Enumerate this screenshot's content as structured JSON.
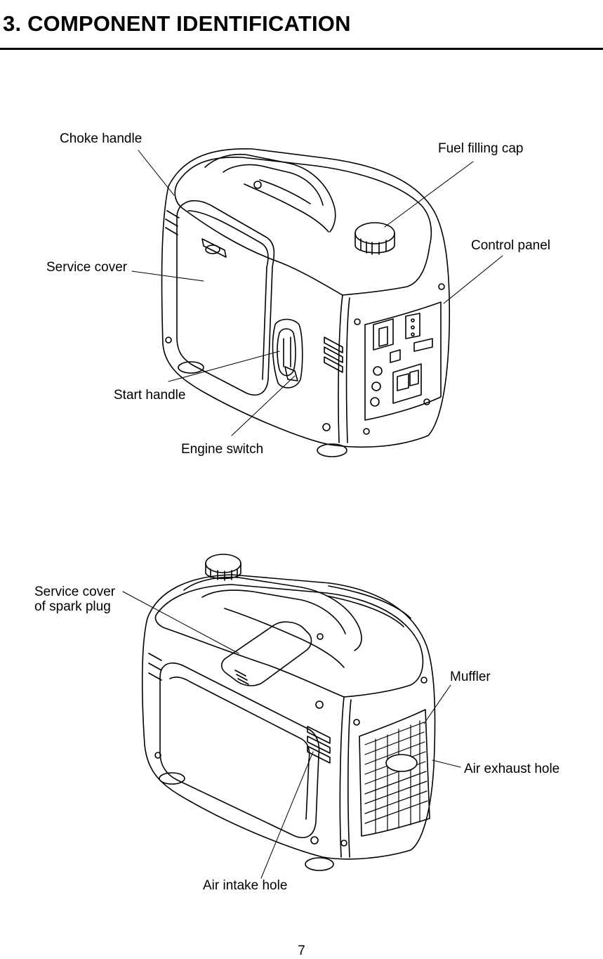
{
  "header": {
    "title": "3. COMPONENT IDENTIFICATION"
  },
  "figure_front": {
    "labels": {
      "choke_handle": "Choke handle",
      "fuel_filling_cap": "Fuel filling cap",
      "control_panel": "Control panel",
      "service_cover": "Service cover",
      "start_handle": "Start handle",
      "engine_switch": "Engine switch"
    }
  },
  "figure_rear": {
    "labels": {
      "service_cover_spark_plug_1": "Service cover",
      "service_cover_spark_plug_2": "of spark plug",
      "muffler": "Muffler",
      "air_exhaust_hole": "Air exhaust hole",
      "air_intake_hole": "Air intake hole"
    }
  },
  "footer": {
    "page_number": "7"
  }
}
